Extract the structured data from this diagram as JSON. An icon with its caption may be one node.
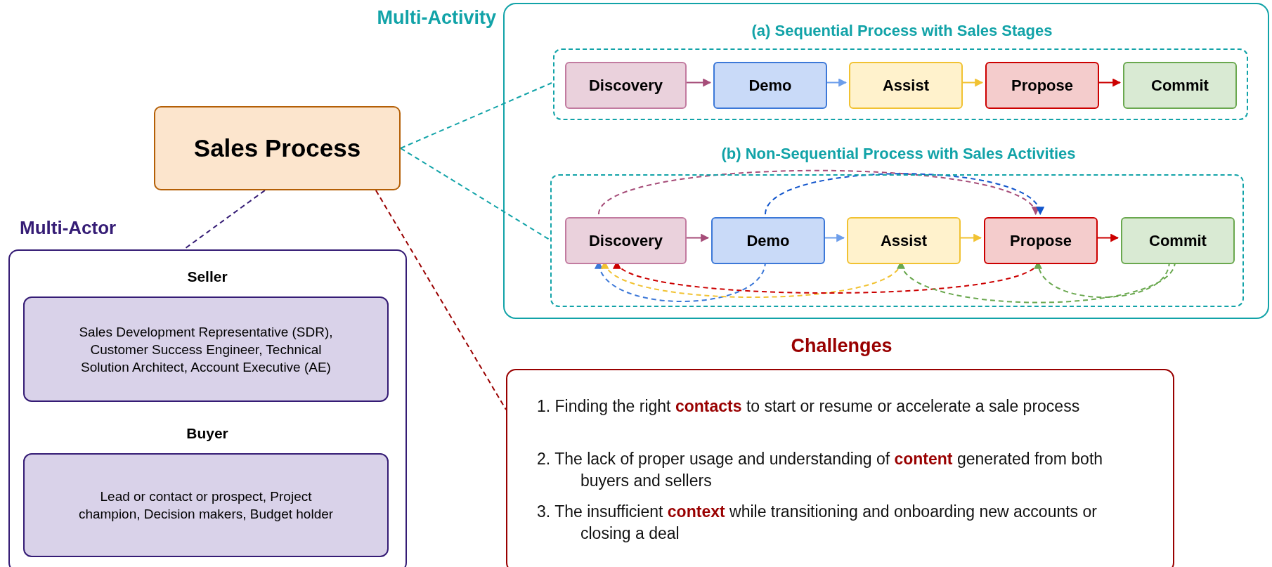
{
  "diagram": {
    "nodes": [
      {
        "text": [
          "Multi-Activity"
        ]
      },
      {
        "text": [
          "(a) Sequential Process with Sales Stages"
        ],
        "in": 0
      },
      {
        "text": [
          "Discovery"
        ],
        "in": 1
      },
      {
        "text": [
          "Demo"
        ],
        "in": 1
      },
      {
        "text": [
          "Assist"
        ],
        "in": 1
      },
      {
        "text": [
          "Propose"
        ],
        "in": 1
      },
      {
        "text": [
          "Commit"
        ],
        "in": 1
      },
      {
        "text": [
          "(b) Non-Sequential Process with Sales Activities"
        ],
        "in": 0
      },
      {
        "text": [
          "Discovery"
        ],
        "in": 7
      },
      {
        "text": [
          "Demo"
        ],
        "in": 7
      },
      {
        "text": [
          "Assist"
        ],
        "in": 7
      },
      {
        "text": [
          "Propose"
        ],
        "in": 7
      },
      {
        "text": [
          "Commit"
        ],
        "in": 7
      },
      {
        "text": [
          "Sales Process"
        ]
      },
      {
        "text": [
          "Multi-Actor"
        ]
      },
      {
        "text": [
          "Seller",
          "Sales Development Representative (SDR), Customer Success Engineer, Technical Solution Architect, Account Executive (AE)"
        ],
        "in": 14
      },
      {
        "text": [
          "Buyer",
          "Lead or contact or prospect, Project champion, Decision makers, Budget holder"
        ],
        "in": 14
      },
      {
        "text": [
          "Challenges",
          "1. Finding the right **contacts** to start or resume or accelerate a sale process",
          "2. The lack of proper usage and understanding of **content** generated from both buyers and sellers",
          "3. The insufficient **context** while transitioning and onboarding new accounts or closing a deal"
        ]
      }
    ],
    "edges": [
      {
        "from": 13,
        "to": 1,
        "arrow": "none",
        "style": "dashed",
        "color": "#12a3a8"
      },
      {
        "from": 13,
        "to": 7,
        "arrow": "none",
        "style": "dashed",
        "color": "#12a3a8"
      },
      {
        "from": 13,
        "to": 14,
        "arrow": "none",
        "style": "dashed",
        "color": "#351c75"
      },
      {
        "from": 13,
        "to": 17,
        "arrow": "none",
        "style": "dashed",
        "color": "#990000"
      },
      {
        "from": 2,
        "to": 3,
        "arrow": "to",
        "color": "#a64d79"
      },
      {
        "from": 3,
        "to": 4,
        "arrow": "to",
        "color": "#6d9eeb"
      },
      {
        "from": 4,
        "to": 5,
        "arrow": "to",
        "color": "#f1c232"
      },
      {
        "from": 5,
        "to": 6,
        "arrow": "to",
        "color": "#cc0000"
      },
      {
        "from": 8,
        "to": 9,
        "arrow": "to",
        "color": "#a64d79"
      },
      {
        "from": 9,
        "to": 10,
        "arrow": "to",
        "color": "#6d9eeb"
      },
      {
        "from": 10,
        "to": 11,
        "arrow": "to",
        "color": "#f1c232"
      },
      {
        "from": 11,
        "to": 12,
        "arrow": "to",
        "color": "#cc0000"
      },
      {
        "from": 8,
        "to": 11,
        "arrow": "to",
        "style": "dashed",
        "color": "#a64d79"
      },
      {
        "from": 9,
        "to": 11,
        "arrow": "to",
        "style": "dashed",
        "color": "#1155cc"
      },
      {
        "from": 9,
        "to": 8,
        "arrow": "to",
        "style": "dashed",
        "color": "#3c78d8"
      },
      {
        "from": 10,
        "to": 8,
        "arrow": "to",
        "style": "dashed",
        "color": "#f1c232"
      },
      {
        "from": 11,
        "to": 8,
        "arrow": "to",
        "style": "dashed",
        "color": "#cc0000"
      },
      {
        "from": 12,
        "to": 10,
        "arrow": "to",
        "style": "dashed",
        "color": "#6aa84f"
      },
      {
        "from": 12,
        "to": 11,
        "arrow": "to",
        "style": "dashed",
        "color": "#6aa84f"
      }
    ]
  }
}
